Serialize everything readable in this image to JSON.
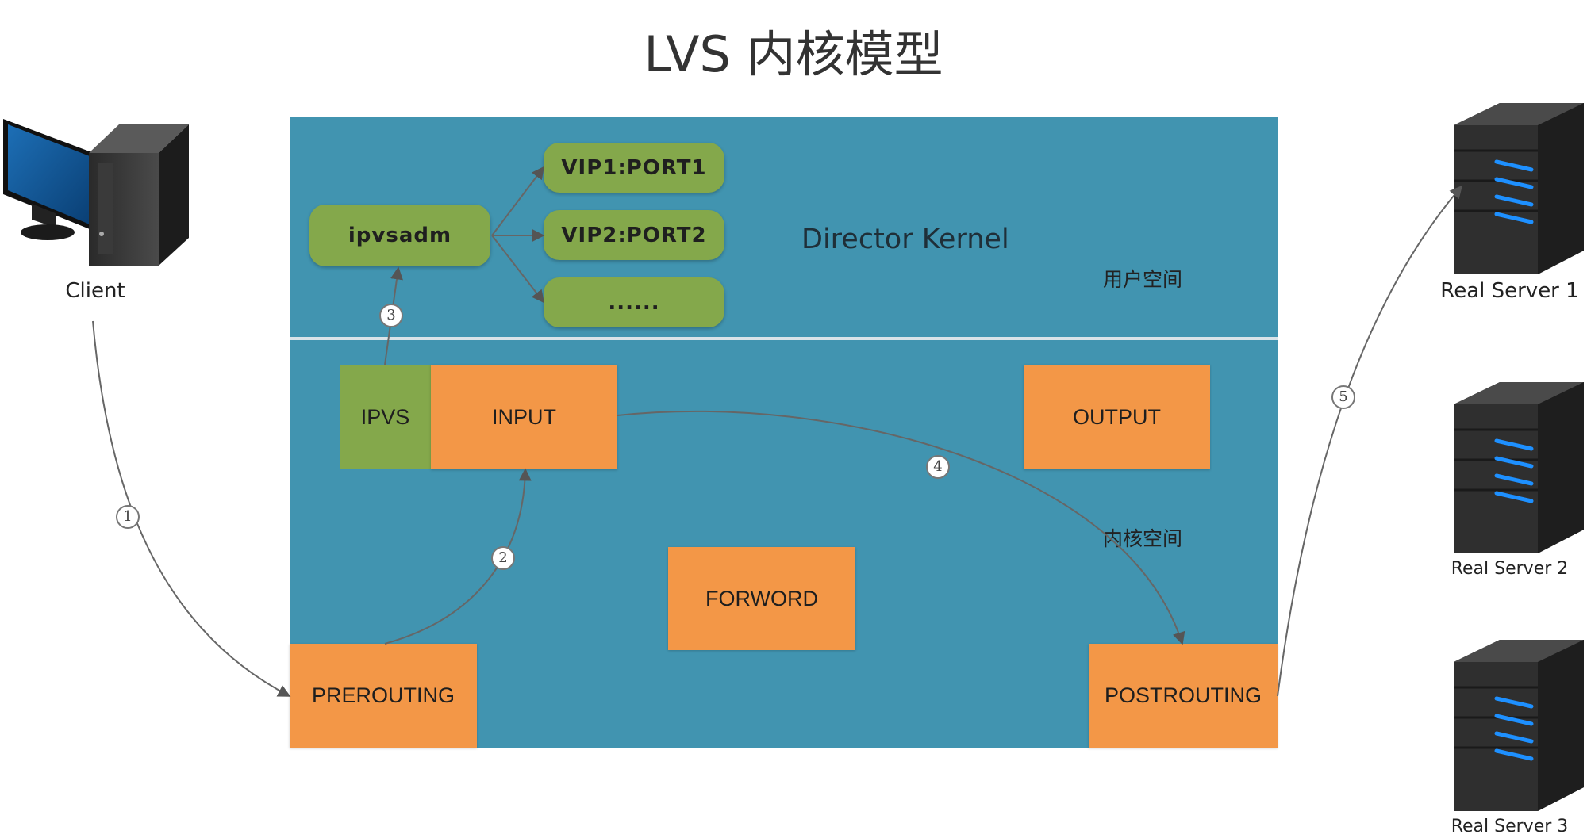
{
  "title": "LVS 内核模型",
  "client": {
    "label": "Client"
  },
  "director": {
    "label": "Director Kernel",
    "user_space": "用户空间",
    "kernel_space": "内核空间",
    "ipvsadm": "ipvsadm",
    "vips": [
      "VIP1:PORT1",
      "VIP2:PORT2",
      "......"
    ],
    "hooks": {
      "ipvs": "IPVS",
      "input": "INPUT",
      "output": "OUTPUT",
      "forword": "FORWORD",
      "prerouting": "PREROUTING",
      "postrouting": "POSTROUTING"
    }
  },
  "steps": [
    "1",
    "2",
    "3",
    "4",
    "5"
  ],
  "servers": [
    "Real Server 1",
    "Real Server 2",
    "Real Server 3"
  ],
  "colors": {
    "panel": "#4194b0",
    "hook": "#f39747",
    "green": "#84a84b"
  }
}
